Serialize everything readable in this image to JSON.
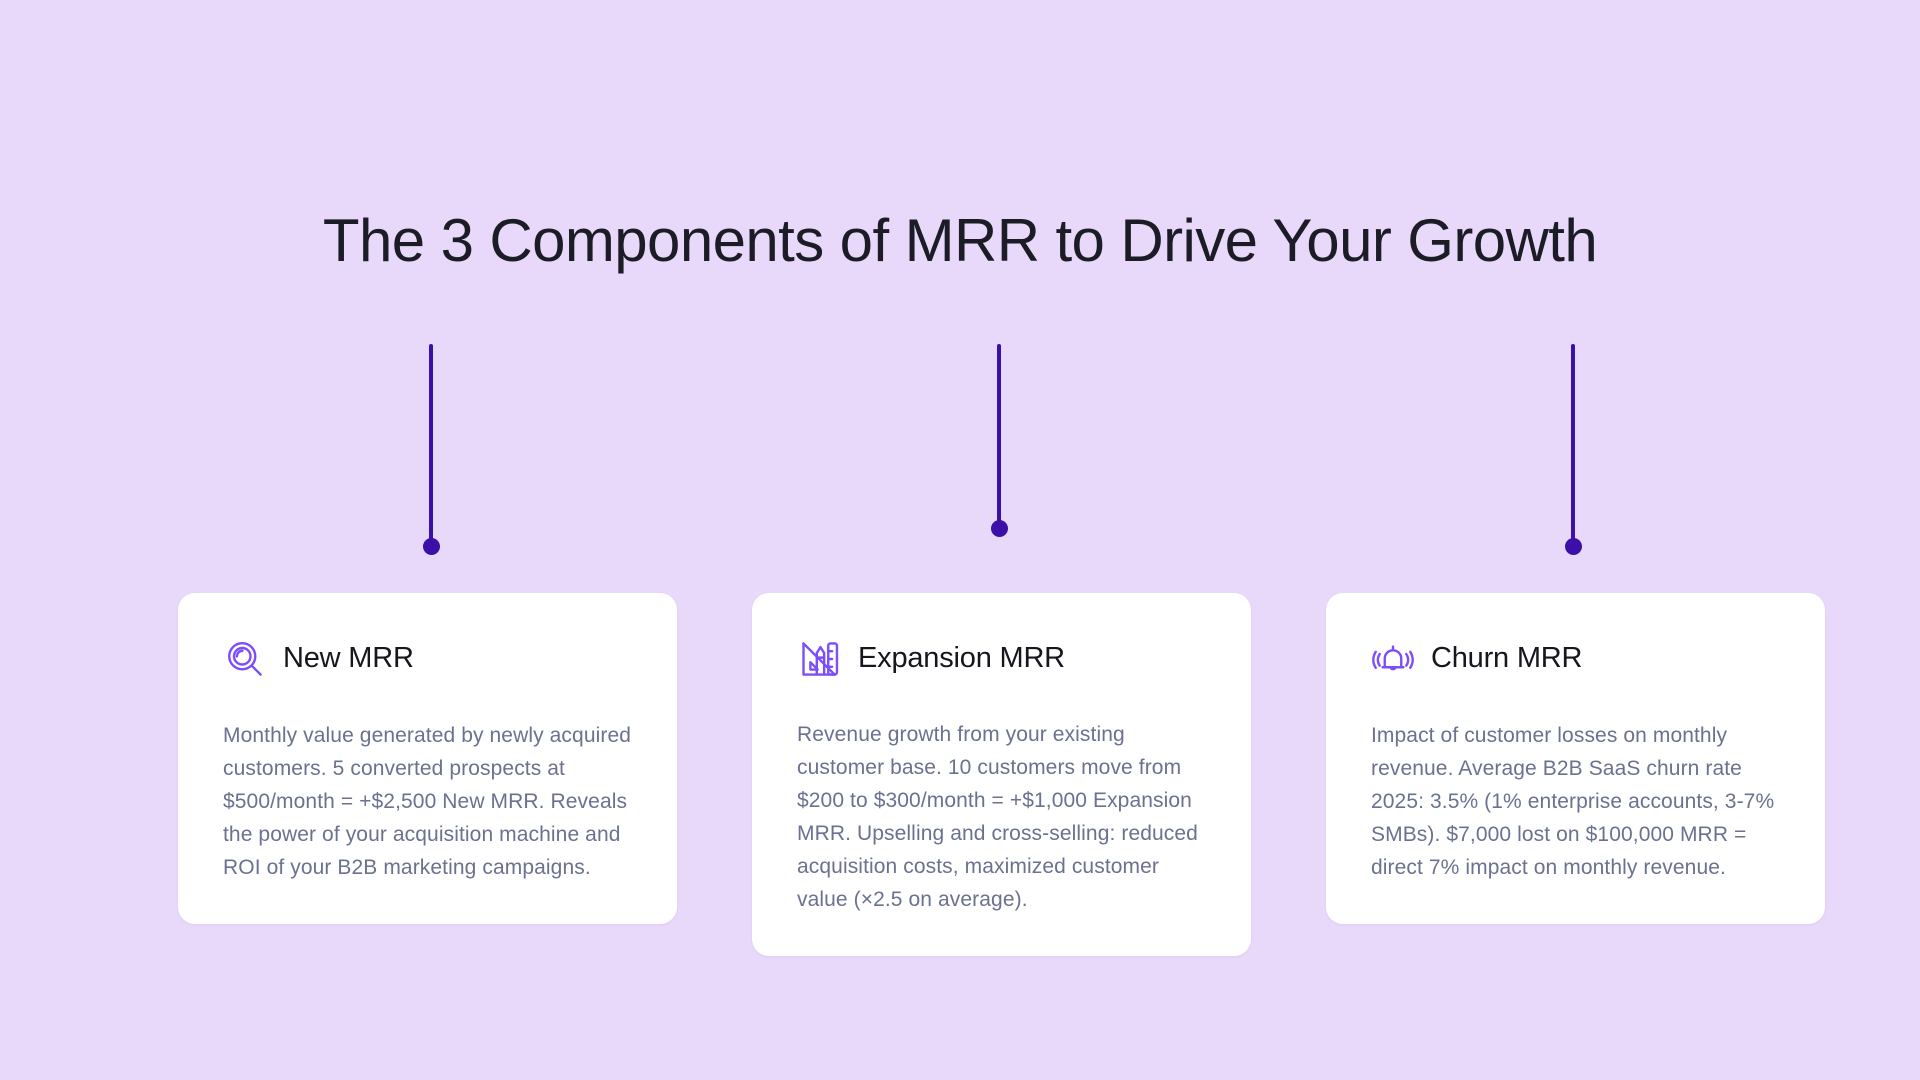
{
  "theme": {
    "background": "#e8d9fa",
    "card_background": "#ffffff",
    "connector_color": "#3b0fa8",
    "icon_color": "#7c4dfc",
    "title_color": "#1b1c25",
    "body_text_color": "#6b7190"
  },
  "header": {
    "title": "The 3 Components of MRR to Drive Your Growth"
  },
  "connectors": [
    {
      "name": "connector-new-mrr"
    },
    {
      "name": "connector-expansion-mrr"
    },
    {
      "name": "connector-churn-mrr"
    }
  ],
  "cards": [
    {
      "icon": "magnifier-icon",
      "title": "New MRR",
      "body": "Monthly value generated by newly acquired customers. 5 converted prospects at $500/month = +$2,500 New MRR. Reveals the power of your acquisition machine and ROI of your B2B marketing campaigns."
    },
    {
      "icon": "ruler-pencil-icon",
      "title": "Expansion MRR",
      "body": "Revenue growth from your existing customer base. 10 customers move from $200 to $300/month = +$1,000 Expansion MRR. Upselling and cross-selling: reduced acquisition costs, maximized customer value (×2.5 on average)."
    },
    {
      "icon": "ringing-bell-icon",
      "title": "Churn MRR",
      "body": "Impact of customer losses on monthly revenue. Average B2B SaaS churn rate 2025: 3.5% (1% enterprise accounts, 3-7% SMBs). $7,000 lost on $100,000 MRR = direct 7% impact on monthly revenue."
    }
  ]
}
